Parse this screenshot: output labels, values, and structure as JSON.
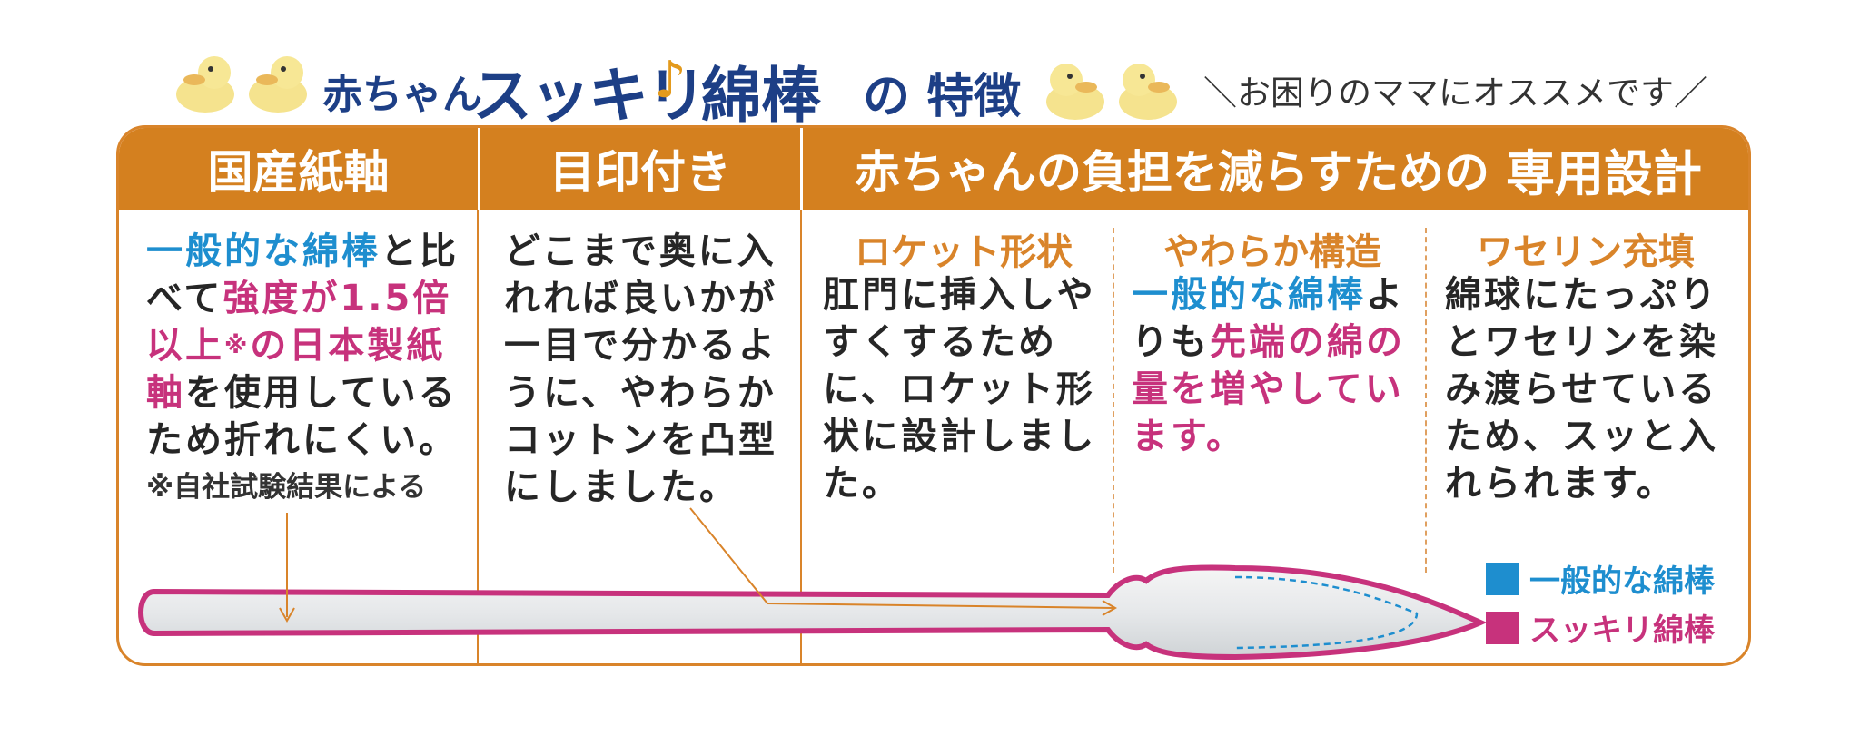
{
  "title": {
    "brand_prefix": "赤ちゃん",
    "brand_main": "スッキリ",
    "brand_note_symbol": "♪",
    "brand_product": "綿棒",
    "suffix": "の 特徴",
    "recommend": "＼お困りのママにオススメです／"
  },
  "headers": {
    "col1": "国産紙軸",
    "col2": "目印付き",
    "col3_lead": "赤ちゃんの負担を減らすための",
    "col3_strong": "専用設計"
  },
  "col1": {
    "p1_blue": "一般的な綿棒",
    "p1_rest": "と比べて",
    "p2_pink": "強度が1.5倍以上",
    "p2_mark": "※",
    "p2_pink2": "の日本製紙軸",
    "p3": "を使用しているため折れにくい。",
    "footnote": "※自社試験結果による"
  },
  "col2": {
    "text": "どこまで奥に入れれば良いかが一目で分かるように、やわらかコットンを凸型にしました。"
  },
  "col3": {
    "title": "ロケット形状",
    "text": "肛門に挿入しやすくするために、ロケット形状に設計しました。"
  },
  "col4": {
    "title": "やわらか構造",
    "blue": "一般的な綿棒",
    "mid": "よりも",
    "pink": "先端の綿の量を増やしています",
    "end": "。"
  },
  "col5": {
    "title": "ワセリン充填",
    "text": "綿球にたっぷりとワセリンを染み渡らせているため、スッと入れられます。"
  },
  "legend": {
    "item1": "一般的な綿棒",
    "item2": "スッキリ綿棒",
    "color1": "#1e8ecf",
    "color2": "#c7327c"
  },
  "colors": {
    "header": "#d4801f",
    "accent_orange": "#d9842a",
    "navy": "#1d3f86"
  }
}
